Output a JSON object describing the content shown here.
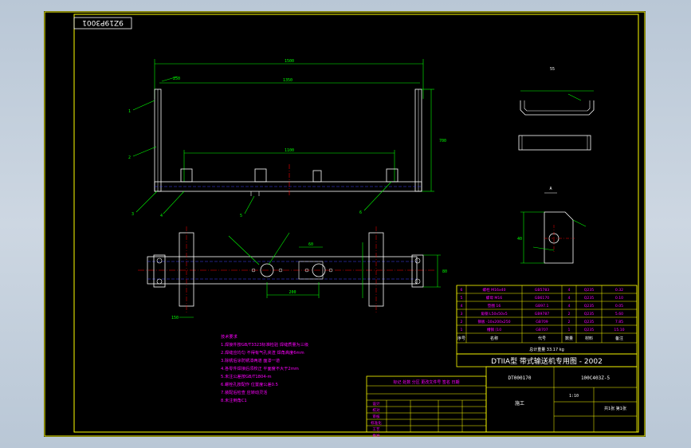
{
  "sheet": {
    "drawing_code_stamp": "9Z19P3001",
    "title": "DTIIA型 带式输送机专用图 - 2002",
    "drawing_no": "DT000170",
    "part_code": "100C403Z-5",
    "stage": "施工"
  },
  "colors": {
    "background": "#000000",
    "border": "#ffff00",
    "geometry": "#ffffff",
    "dimension": "#00ff00",
    "hidden": "#4040ff",
    "center": "#ff0000",
    "leader": "#00ff00",
    "notes": "#ff00ff",
    "table": "#ffff00"
  },
  "dimensions": {
    "overall_width": "1500",
    "inner_width": "1350",
    "height": "700",
    "bottom_span": "1100",
    "small_gap": "150",
    "top_label": "250",
    "side_h": "40",
    "detail_dim_a": "55",
    "detail_dim_b": "40",
    "plan_dim_a": "200",
    "plan_dim_b": "60",
    "plan_dim_c": "80"
  },
  "callouts": {
    "c1": "1",
    "c2": "2",
    "c3": "3",
    "c4": "4",
    "c5": "5",
    "c6": "6",
    "section": "A"
  },
  "notes": [
    "技术要求",
    "1.焊接件按GB/T3323标准检验 焊缝质量为三级",
    "2.焊缝应均匀 不得有气孔夹渣 焊角高度6mm",
    "3.除锈后涂防锈漆两道 面漆一道",
    "4.各零件焊接后须校正 平面度不大于2mm",
    "5.未注公差按GB/T1804-m",
    "6.螺栓孔按配作 位置度公差0.5",
    "7.装配后检查 应转动灵活",
    "8.未注倒角C1"
  ],
  "parts_table": {
    "rows": [
      {
        "no": "6",
        "name": "螺栓 M16x40",
        "std": "GB5783",
        "qty": "4",
        "mat": "Q235",
        "wt": "0.32"
      },
      {
        "no": "5",
        "name": "螺母 M16",
        "std": "GB6170",
        "qty": "4",
        "mat": "Q235",
        "wt": "0.10"
      },
      {
        "no": "4",
        "name": "垫圈 16",
        "std": "GB97.1",
        "qty": "4",
        "mat": "Q235",
        "wt": "0.05"
      },
      {
        "no": "3",
        "name": "角钢 L50x50x5",
        "std": "GB9787",
        "qty": "2",
        "mat": "Q235",
        "wt": "5.60"
      },
      {
        "no": "2",
        "name": "钢板 -10x200x250",
        "std": "GB709",
        "qty": "2",
        "mat": "Q235",
        "wt": "7.85"
      },
      {
        "no": "1",
        "name": "槽钢 [10",
        "std": "GB707",
        "qty": "1",
        "mat": "Q235",
        "wt": "15.10"
      }
    ],
    "header": {
      "no": "序号",
      "name": "名称",
      "std": "代号",
      "qty": "数量",
      "mat": "材料",
      "wt": "备注"
    },
    "summary": "总计重量 33.17 kg"
  },
  "title_block": {
    "left_rows": [
      "设计",
      "校对",
      "审核",
      "标准化",
      "工艺",
      "批准"
    ],
    "change_header": "标记 处数 分区 更改文件号 签名 日期",
    "scale": "1:10",
    "sheet": "共1张 第1张"
  }
}
